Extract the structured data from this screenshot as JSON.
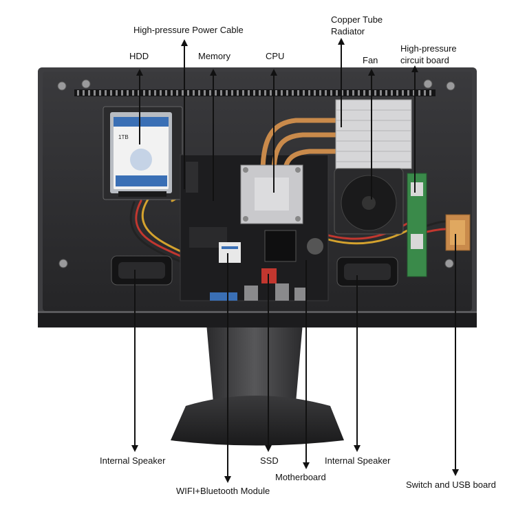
{
  "labels": {
    "high_pressure_power_cable": "High-pressure Power Cable",
    "hdd": "HDD",
    "memory": "Memory",
    "cpu": "CPU",
    "copper_tube_radiator_line1": "Copper Tube",
    "copper_tube_radiator_line2": "Radiator",
    "fan": "Fan",
    "high_pressure_circuit_board_line1": "High-pressure",
    "high_pressure_circuit_board_line2": "circuit board",
    "internal_speaker_left": "Internal Speaker",
    "ssd": "SSD",
    "internal_speaker_right": "Internal Speaker",
    "motherboard": "Motherboard",
    "wifi_bluetooth_module": "WIFI+Bluetooth Module",
    "switch_usb_board": "Switch and USB board"
  },
  "components": {
    "hdd_sticker_text": "1TB"
  },
  "colors": {
    "chassis": "#2a2a2c",
    "chassis_edge": "#4a4a4d",
    "heatsink": "#c9c9cc",
    "copper": "#c98a4b",
    "motherboard": "#1d1d1f",
    "circuit_board": "#3a8a4a",
    "hdd_label": "#3a6fb5",
    "arrow": "#111111"
  }
}
